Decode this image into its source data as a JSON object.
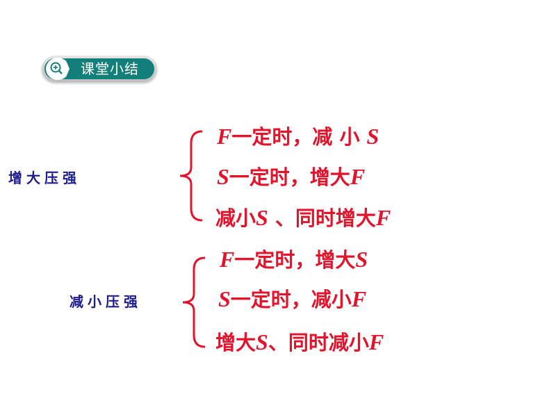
{
  "header": {
    "title": "课堂小结",
    "icon": "zoom-in-icon"
  },
  "colors": {
    "accent": "#127f7a",
    "text_red": "#e3132c",
    "label_blue": "#1c1c8f"
  },
  "groups": [
    {
      "label": "增大压强",
      "lines": [
        [
          {
            "t": "F",
            "i": true
          },
          {
            "t": "一定时，减 小 "
          },
          {
            "t": "S",
            "i": true
          }
        ],
        [
          {
            "t": "S",
            "i": true
          },
          {
            "t": "一定时，增大"
          },
          {
            "t": "F",
            "i": true
          }
        ],
        [
          {
            "t": "减小"
          },
          {
            "t": "S",
            "i": true
          },
          {
            "t": " 、同时增大"
          },
          {
            "t": "F",
            "i": true
          }
        ]
      ]
    },
    {
      "label": "减小压强",
      "lines": [
        [
          {
            "t": "F",
            "i": true
          },
          {
            "t": "一定时，增大"
          },
          {
            "t": "S",
            "i": true
          }
        ],
        [
          {
            "t": "S",
            "i": true
          },
          {
            "t": "一定时，减小"
          },
          {
            "t": "F",
            "i": true
          }
        ],
        [
          {
            "t": "增大"
          },
          {
            "t": "S",
            "i": true
          },
          {
            "t": "、同时减小"
          },
          {
            "t": "F",
            "i": true
          }
        ]
      ]
    }
  ]
}
